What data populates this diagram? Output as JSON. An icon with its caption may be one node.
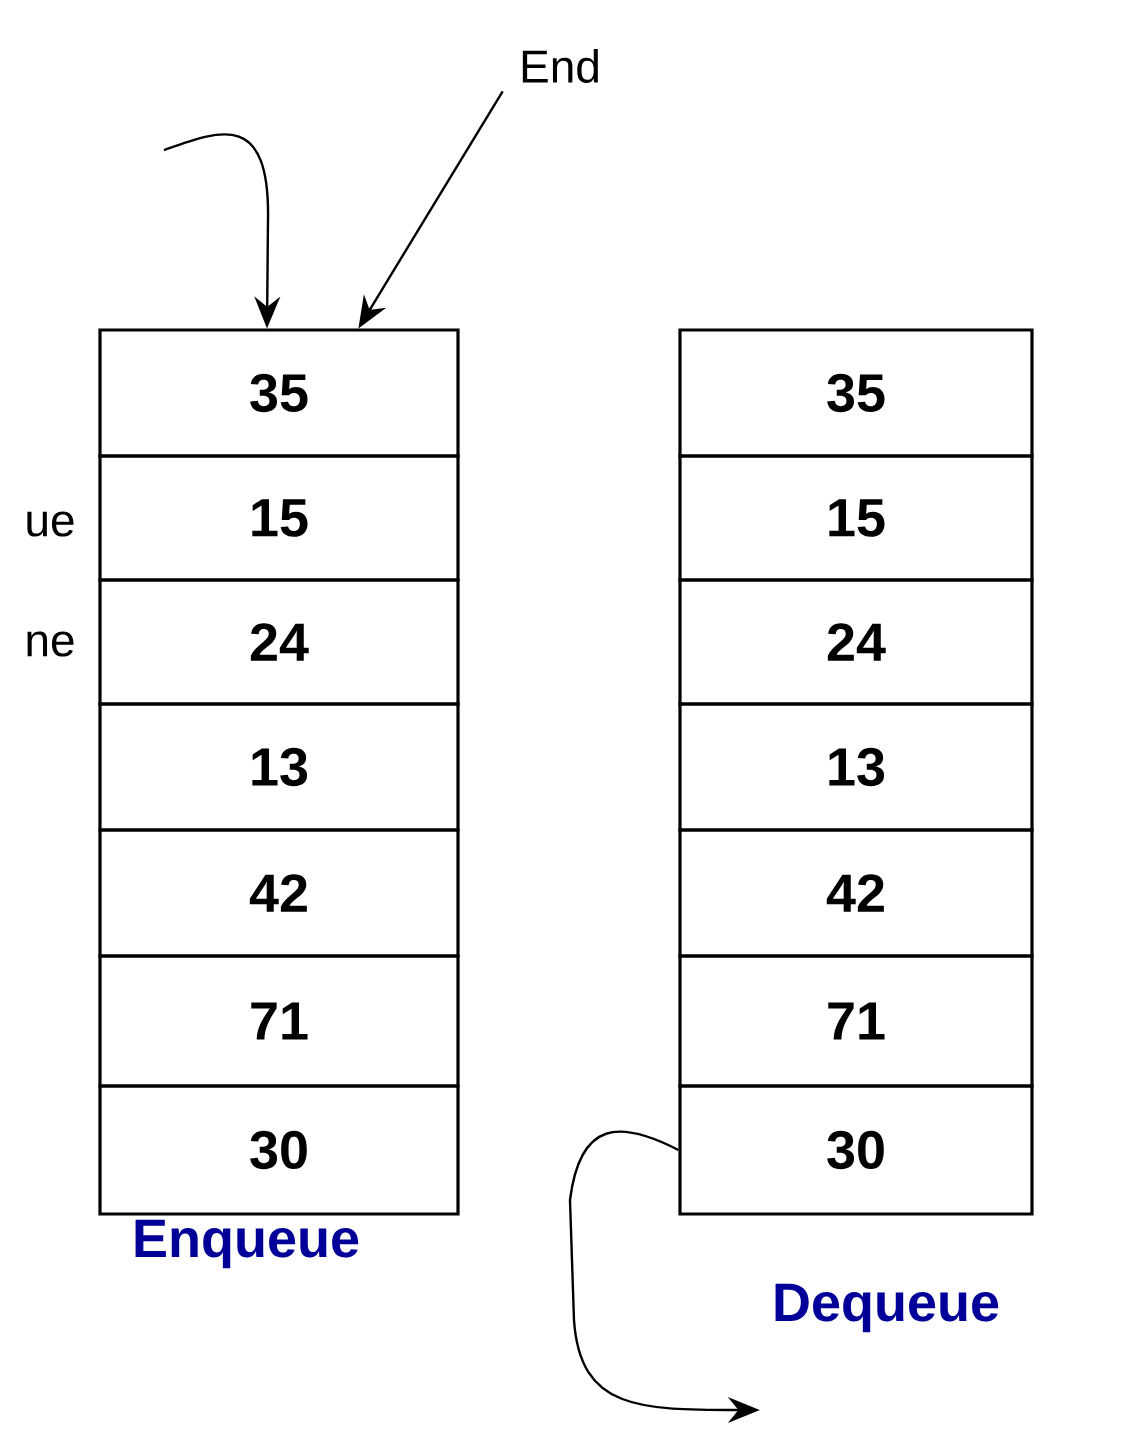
{
  "diagram": {
    "nodes": [
      {
        "text": [
          "35"
        ]
      },
      {
        "text": [
          "15"
        ]
      },
      {
        "text": [
          "24"
        ]
      },
      {
        "text": [
          "13"
        ]
      },
      {
        "text": [
          "42"
        ]
      },
      {
        "text": [
          "71"
        ]
      },
      {
        "text": [
          "30"
        ]
      },
      {
        "text": [
          "35"
        ]
      },
      {
        "text": [
          "15"
        ]
      },
      {
        "text": [
          "24"
        ]
      },
      {
        "text": [
          "13"
        ]
      },
      {
        "text": [
          "42"
        ]
      },
      {
        "text": [
          "71"
        ]
      },
      {
        "text": [
          "30"
        ]
      },
      {
        "text": [
          "End"
        ]
      }
    ],
    "edges": [
      {
        "from": 14,
        "to": 0,
        "arrow": "to"
      },
      {
        "from": null,
        "to": 0,
        "arrow": "to"
      },
      {
        "from": 13,
        "to": null,
        "arrow": "to"
      }
    ],
    "labels": [
      "ue",
      "ne",
      "Enqueue",
      "Dequeue"
    ]
  }
}
